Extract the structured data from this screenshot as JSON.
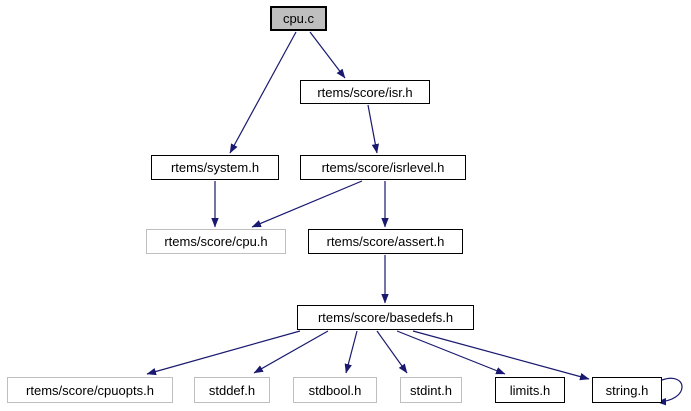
{
  "diagram": {
    "type": "include-dependency-graph",
    "root_label": "cpu.c",
    "colors": {
      "edge": "#191970",
      "root_fill": "#bfbfbf",
      "root_border": "#000000",
      "linked_border": "#000000",
      "plain_border": "#bfbfbf",
      "node_fill": "#ffffff",
      "text": "#000000",
      "background": "#ffffff"
    },
    "nodes": [
      {
        "id": "cpu_c",
        "label": "cpu.c",
        "kind": "root"
      },
      {
        "id": "isr",
        "label": "rtems/score/isr.h",
        "kind": "linked"
      },
      {
        "id": "system",
        "label": "rtems/system.h",
        "kind": "linked"
      },
      {
        "id": "isrlevel",
        "label": "rtems/score/isrlevel.h",
        "kind": "linked"
      },
      {
        "id": "cpu_h",
        "label": "rtems/score/cpu.h",
        "kind": "plain"
      },
      {
        "id": "assert",
        "label": "rtems/score/assert.h",
        "kind": "linked"
      },
      {
        "id": "basedefs",
        "label": "rtems/score/basedefs.h",
        "kind": "linked"
      },
      {
        "id": "cpuopts",
        "label": "rtems/score/cpuopts.h",
        "kind": "plain"
      },
      {
        "id": "stddef",
        "label": "stddef.h",
        "kind": "plain"
      },
      {
        "id": "stdbool",
        "label": "stdbool.h",
        "kind": "plain"
      },
      {
        "id": "stdint",
        "label": "stdint.h",
        "kind": "plain"
      },
      {
        "id": "limits",
        "label": "limits.h",
        "kind": "linked"
      },
      {
        "id": "string",
        "label": "string.h",
        "kind": "linked"
      }
    ],
    "edges": [
      {
        "from": "cpu_c",
        "to": "system"
      },
      {
        "from": "cpu_c",
        "to": "isr"
      },
      {
        "from": "isr",
        "to": "isrlevel"
      },
      {
        "from": "system",
        "to": "cpu_h"
      },
      {
        "from": "isrlevel",
        "to": "cpu_h"
      },
      {
        "from": "isrlevel",
        "to": "assert"
      },
      {
        "from": "assert",
        "to": "basedefs"
      },
      {
        "from": "basedefs",
        "to": "cpuopts"
      },
      {
        "from": "basedefs",
        "to": "stddef"
      },
      {
        "from": "basedefs",
        "to": "stdbool"
      },
      {
        "from": "basedefs",
        "to": "stdint"
      },
      {
        "from": "basedefs",
        "to": "limits"
      },
      {
        "from": "basedefs",
        "to": "string"
      },
      {
        "from": "string",
        "to": "string"
      }
    ]
  }
}
